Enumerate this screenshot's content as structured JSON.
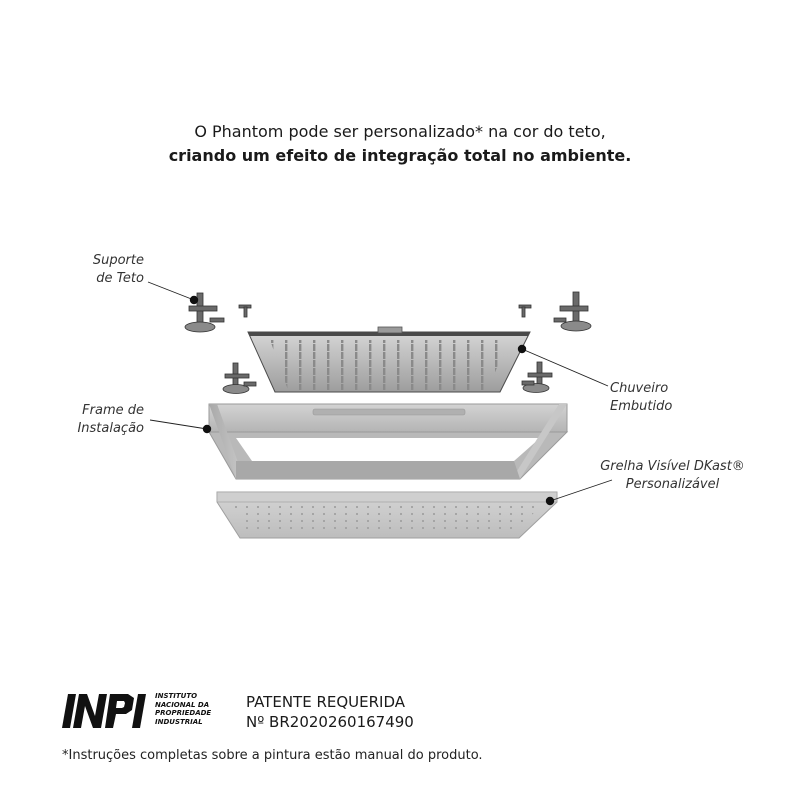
{
  "headline": {
    "line1": "O Phantom pode ser personalizado* na cor do teto,",
    "line2": "criando um efeito de integração total no ambiente."
  },
  "callouts": {
    "suporte": [
      "Suporte",
      "de Teto"
    ],
    "chuveiro": [
      "Chuveiro",
      "Embutido"
    ],
    "frame": [
      "Frame de",
      "Instalação"
    ],
    "grelha": [
      "Grelha Visível DKast®",
      "Personalizável"
    ]
  },
  "logo": {
    "mark": "INPI",
    "lines": [
      "INSTITUTO",
      "NACIONAL DA",
      "PROPRIEDADE",
      "INDUSTRIAL"
    ]
  },
  "patent": {
    "line1": "PATENTE REQUERIDA",
    "line2": "Nº BR2020260167490"
  },
  "footnote": "*Instruções completas sobre a pintura estão manual do produto.",
  "colors": {
    "frame_face": "#c2c2c2",
    "frame_dark": "#8f8f8f",
    "shower_dark": "#4a4a4a",
    "dot": "#111111"
  }
}
